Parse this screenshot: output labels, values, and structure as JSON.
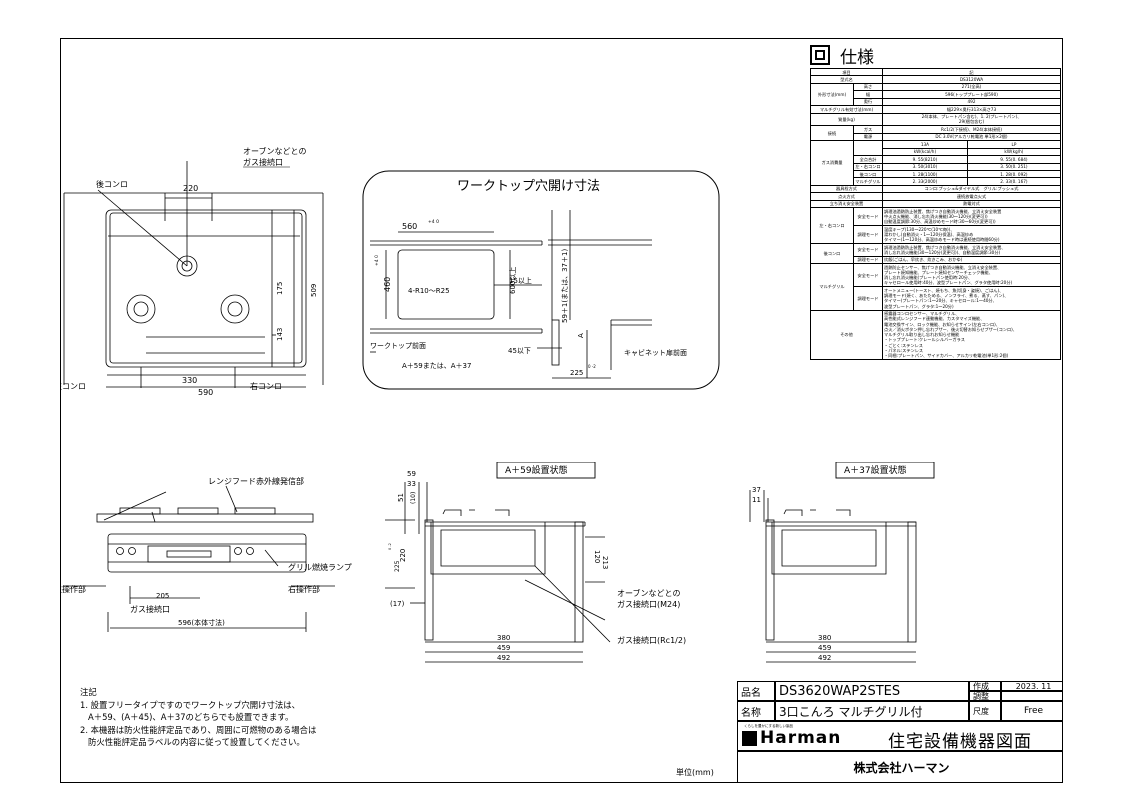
{
  "page": {
    "unit": "単位(mm)"
  },
  "titleblock": {
    "hinmei_label": "品名",
    "hinmei": "DS3620WAP2STES",
    "sakusei_label": "作成",
    "sakusei_date": "2023. 11",
    "chousei_label": "調整",
    "meishou_label": "名称",
    "meishou": "3口こんろ マルチグリル付",
    "shakudo_label": "尺度",
    "shakudo": "Free",
    "brand_logo": "Harman",
    "brand_tagline": "くらしを豊かにする新しい製品",
    "doc_title": "住宅設備機器図面",
    "company": "株式会社ハーマン"
  },
  "notes": {
    "heading": "注記",
    "lines": [
      "1. 設置フリータイプですのでワークトップ穴開け寸法は、",
      "   A＋59、(A＋45)、A＋37のどちらでも設置できます。",
      "2. 本機器は防火性能評定品であり、周囲に可燃物のある場合は",
      "   防火性能評定品ラベルの内容に従って設置してください。"
    ]
  },
  "top_view": {
    "labels": {
      "oven_gas": "オーブンなどとの",
      "gas_port": "ガス接続口",
      "rear_burner": "後コンロ",
      "left_burner": "左コンロ",
      "right_burner": "右コンロ"
    },
    "dims": {
      "d220": "220",
      "d330": "330",
      "d590": "590",
      "d509": "509",
      "d175": "175",
      "d143": "143"
    }
  },
  "cutout": {
    "title": "ワークトップ穴開け寸法",
    "d560": "560",
    "d560_tol": "+4 0",
    "d460": "460",
    "d460_tol": "+4 0",
    "radius": "4-R10～R25",
    "d600": "600以上",
    "d15": "15以上",
    "d45": "45以下",
    "d59": "59＋1(または、37＋1)",
    "A": "A",
    "front": "ワークトップ前面",
    "a_expr": "A＋59または、A＋37",
    "d225": "225",
    "d225_tol": "0 -2",
    "cab": "キャビネット扉前面"
  },
  "front_view": {
    "ir": "レンジフード赤外線発信部",
    "grill_lamp": "グリル燃焼ランプ",
    "left_op": "左操作部",
    "right_op": "右操作部",
    "d205": "205",
    "gas_port": "ガス接続口",
    "d596": "596(本体寸法)"
  },
  "side59": {
    "title": "A＋59設置状態",
    "d59": "59",
    "d33": "33",
    "d51": "51",
    "d10": "(10)",
    "d225": "225",
    "d225_tol": "0 -2",
    "d220": "220",
    "d120": "120",
    "d213": "213",
    "d17": "(17)",
    "oven1": "オーブンなどとの",
    "gas_m24": "ガス接続口(M24)",
    "gas_rc": "ガス接続口(Rc1/2)",
    "d380": "380",
    "d459": "459",
    "d492": "492"
  },
  "side37": {
    "title": "A＋37設置状態",
    "d37": "37",
    "d11": "11",
    "d380": "380",
    "d459": "459",
    "d492": "492"
  },
  "spec": {
    "title": "仕様",
    "r_header": [
      "項目",
      "記"
    ],
    "r_model": [
      "型式名",
      "DS3120WA"
    ],
    "r_size_label": "外形寸法(mm)",
    "r_size": [
      [
        "高さ",
        "271(全高)"
      ],
      [
        "幅",
        "596(トッププレート部590)"
      ],
      [
        "奥行",
        "492"
      ]
    ],
    "r_grill": [
      "マルチグリル有効寸法(mm)",
      "幅229×奥行313×高さ73"
    ],
    "r_mass": [
      "質量(kg)",
      "24(本体、プレートパン含む)、1. 2(プレートパン)、",
      "29(梱包含む)"
    ],
    "r_conn_label": "接続",
    "r_conn": [
      [
        "ガス",
        "Rc1/2(下接続)、M24(本体接続)"
      ],
      [
        "電源",
        "DC 3.0V(アルカリ乾電池 単1形×2個)"
      ]
    ],
    "r_gas_label": "ガス消費量",
    "r_gas_head": [
      "13A",
      "LP"
    ],
    "r_gas_unit": [
      "kW(kcal/h)",
      "kW(kg/h)"
    ],
    "r_gas": [
      [
        "全点合計",
        "9. 55(8210)",
        "9. 55(0. 684)"
      ],
      [
        "左・右コンロ",
        "3. 50(3010)",
        "3. 50(0. 251)"
      ],
      [
        "後コンロ",
        "1. 28(1100)",
        "1. 28(0. 092)"
      ],
      [
        "マルチグリル",
        "2. 33(2000)",
        "2. 33(0. 167)"
      ]
    ],
    "r_ign": [
      "器具栓方式",
      "コンロ:プッシュ&ダイヤル式　グリル:プッシュ式"
    ],
    "r_fire": [
      "点火方式",
      "連続放電点火式"
    ],
    "r_safe": [
      "立ち消え安全装置",
      "熱電対式"
    ],
    "r_lr_label": "左・右コンロ",
    "r_lr_safe": [
      "安全モード",
      "調理油過熱防止装置、焦げつき自動消火機能、立消え安全装置",
      "中火点火機能、消し忘れ消火機能(30～120分(変更可))",
      "自動温度調節:30分、高温炒めモード時:30～60分(変更可))"
    ],
    "r_lr_cook": [
      "調理モード",
      "温度キープ(130～220℃(10℃毎))、",
      "湯わかし(自動消火・1～120分保温)、高温炒め",
      "タイマー(1～120分、高温炒めモード時は連続使用時間60分)"
    ],
    "r_rear_label": "後コンロ",
    "r_rear_safe": [
      "安全モード",
      "調理油過熱防止装置、焦げつき自動消火機能、立消え安全装置、",
      "消し忘れ消火機能(30～120分(変更可))、自動温度調節:30分)"
    ],
    "r_rear_cook": [
      "調理モード",
      "炊飯(ごはん、早炊き、炊きこみ、おかゆ)"
    ],
    "r_mg_label": "マルチグリル",
    "r_mg_safe": [
      "安全モード",
      "過熱防止センサー、焦げつき自動消火機能、立消え安全装置、",
      "プレート焼知機能、プレート焼知センサーチェック機能、",
      "消し忘れ消火機能(プレートパン使用時:20分、",
      "キャセロール使用時:40分、波型プレートパン、グラタ使用時:20分)"
    ],
    "r_mg_cook": [
      "調理モード",
      "オートメニュー(トースト、焼もち、魚(切身・姿焼)、ごはん)、",
      "調理モード(焼く、あたためる、ノンフライ、煮る、蒸す、パン)、",
      "タイマー(プレートパン:1～20分、キャセロール:1～40分、",
      "波型プレートパン、グラタ:1～20分)"
    ],
    "r_other_label": "その他",
    "r_other": [
      "感震器コンロセンサー、マルチグリル、",
      "高性能式レンジフード連動機能、カスタマイズ機能、",
      "電池交換サイン、ロック機能、お知らせサイン(左右コンロ)、",
      "点火／消火ボタン押し忘れブザー、後火切替お知らせブザー(コンロ)、",
      "マルチグリル取り出し忘れお知らせ機能",
      "・トッププレート:クレールシルバーガラス",
      "・ごとく:ステンレス",
      "・パネル:ステンレス",
      "・同梱:プレートパン、サイドカバー、アルカリ乾電池(単1形:2個)"
    ]
  }
}
